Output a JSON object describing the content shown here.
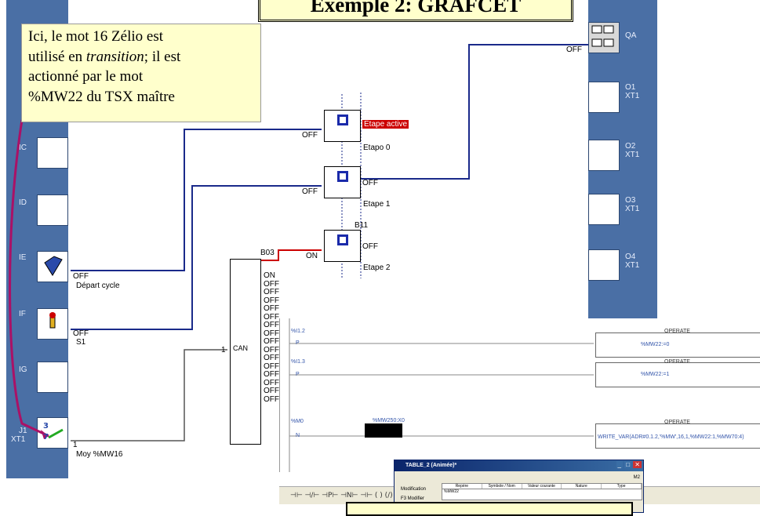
{
  "title": "Exemple 2: GRAFCET",
  "note": {
    "line1": "Ici, le mot 16 Zélio est",
    "line2_pre": "utilisé en ",
    "line2_em": "transition",
    "line2_post": "; il est",
    "line3": "actionné par le mot",
    "line4": "%MW22 du TSX maître"
  },
  "inputs": {
    "ic": "IC",
    "id": "ID",
    "ie": "IE",
    "if": "IF",
    "ig": "IG",
    "j1": "J1",
    "j1_sub": "XT1",
    "ie_state": "OFF",
    "ie_label": "Départ cycle",
    "if_state": "OFF",
    "if_label": "S1",
    "j1_state": "1",
    "j1_label": "Moy %MW16"
  },
  "outputs": {
    "qa": "QA",
    "qa_state": "OFF",
    "o1": "O1",
    "o1_sub": "XT1",
    "o2": "O2",
    "o2_sub": "XT1",
    "o3": "O3",
    "o3_sub": "XT1",
    "o4": "O4",
    "o4_sub": "XT1"
  },
  "steps": {
    "s0_state": "OFF",
    "s0_active": "Etape active",
    "s0_label": "Etapo 0",
    "s1_in": "OFF",
    "s1_out": "OFF",
    "s1_label": "Etape 1",
    "b11": "B11",
    "s2_in": "ON",
    "s2_out": "OFF",
    "s2_label": "Etape 2"
  },
  "can_block": {
    "name": "B03",
    "label": "CAN",
    "input": "1",
    "outputs": [
      "ON",
      "OFF",
      "OFF",
      "OFF",
      "OFF",
      "OFF",
      "OFF",
      "OFF",
      "OFF",
      "OFF",
      "OFF",
      "OFF",
      "OFF",
      "OFF",
      "OFF",
      "OFF"
    ]
  },
  "ladder": {
    "r1_addr": "%I1.2",
    "r1_contact": "P",
    "r1_op": "OPERATE",
    "r1_expr": "%MW22:=0",
    "r2_addr": "%I1.3",
    "r2_contact": "P",
    "r2_op": "OPERATE",
    "r2_expr": "%MW22:=1",
    "r3_addr": "%M0",
    "r3_contact": "N",
    "r3_compare": "%MW250:X0",
    "r3_op": "OPERATE",
    "r3_expr": "WRITE_VAR(ADR#0.1.2,'%MW',16,1,%MW22:1,%MW70:4)"
  },
  "dialog": {
    "title": "TABLE_2 (Animée)*",
    "m2": "M2",
    "cols": [
      "Repère",
      "Symbole / Nom",
      "Valeur courante",
      "Nature",
      "Type"
    ],
    "row_addr": "%MW22",
    "side1": "Modification",
    "side2": "F3  Modifier"
  },
  "colors": {
    "panel": "#4a6fa5",
    "wire_blue": "#1a2a8a",
    "wire_red": "#cc0000",
    "note_bg": "#ffffcc"
  }
}
